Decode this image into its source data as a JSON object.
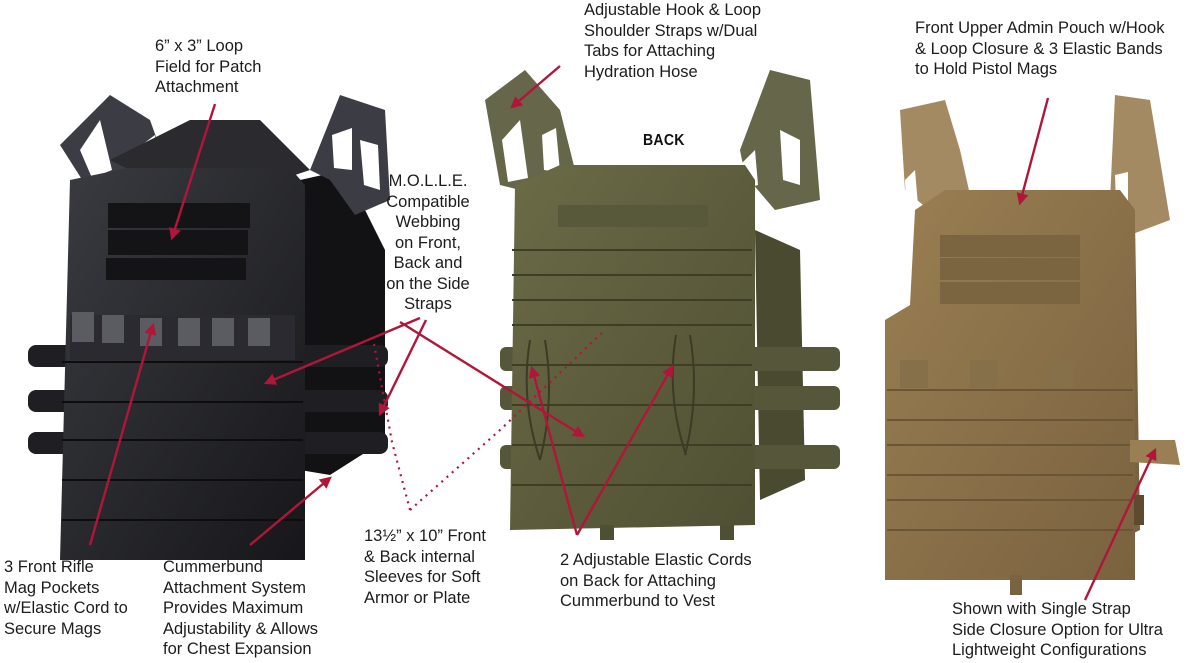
{
  "infographic": {
    "colors": {
      "background": "#ffffff",
      "callout_arrow": "#b0163a",
      "black_vest": "#232327",
      "olive_vest": "#5f5f3e",
      "coyote_vest": "#8c7248",
      "text": "#1c1c1c"
    },
    "vests": [
      {
        "name": "Black Plate Carrier (Front)",
        "color_name": "Black"
      },
      {
        "name": "Olive Drab Plate Carrier (Back)",
        "color_name": "Olive Drab",
        "view_tag": "BACK"
      },
      {
        "name": "Coyote Brown Plate Carrier (Front)",
        "color_name": "Coyote Brown"
      }
    ],
    "callouts": {
      "loop_field": "6” x 3” Loop\nField for Patch\nAttachment",
      "shoulder_straps": "Adjustable Hook & Loop\nShoulder Straps w/Dual\nTabs for Attaching\nHydration Hose",
      "admin_pouch": "Front Upper Admin Pouch w/Hook\n& Loop Closure & 3 Elastic Bands\nto Hold Pistol Mags",
      "molle": "M.O.L.L.E.\nCompatible\nWebbing\non Front,\nBack and\non the Side\nStraps",
      "rifle_mag": "3 Front Rifle\nMag Pockets\nw/Elastic Cord to\nSecure Mags",
      "cummerbund": "Cummerbund\nAttachment System\nProvides Maximum\nAdjustability & Allows\nfor Chest Expansion",
      "sleeves": "13½” x 10” Front\n& Back internal\nSleeves for Soft\nArmor or Plate",
      "elastic_cords": "2 Adjustable Elastic Cords\non Back for Attaching\nCummerbund to Vest",
      "single_strap": "Shown with Single Strap\nSide Closure Option for Ultra\nLightweight Configurations"
    },
    "back_tag": "BACK"
  }
}
